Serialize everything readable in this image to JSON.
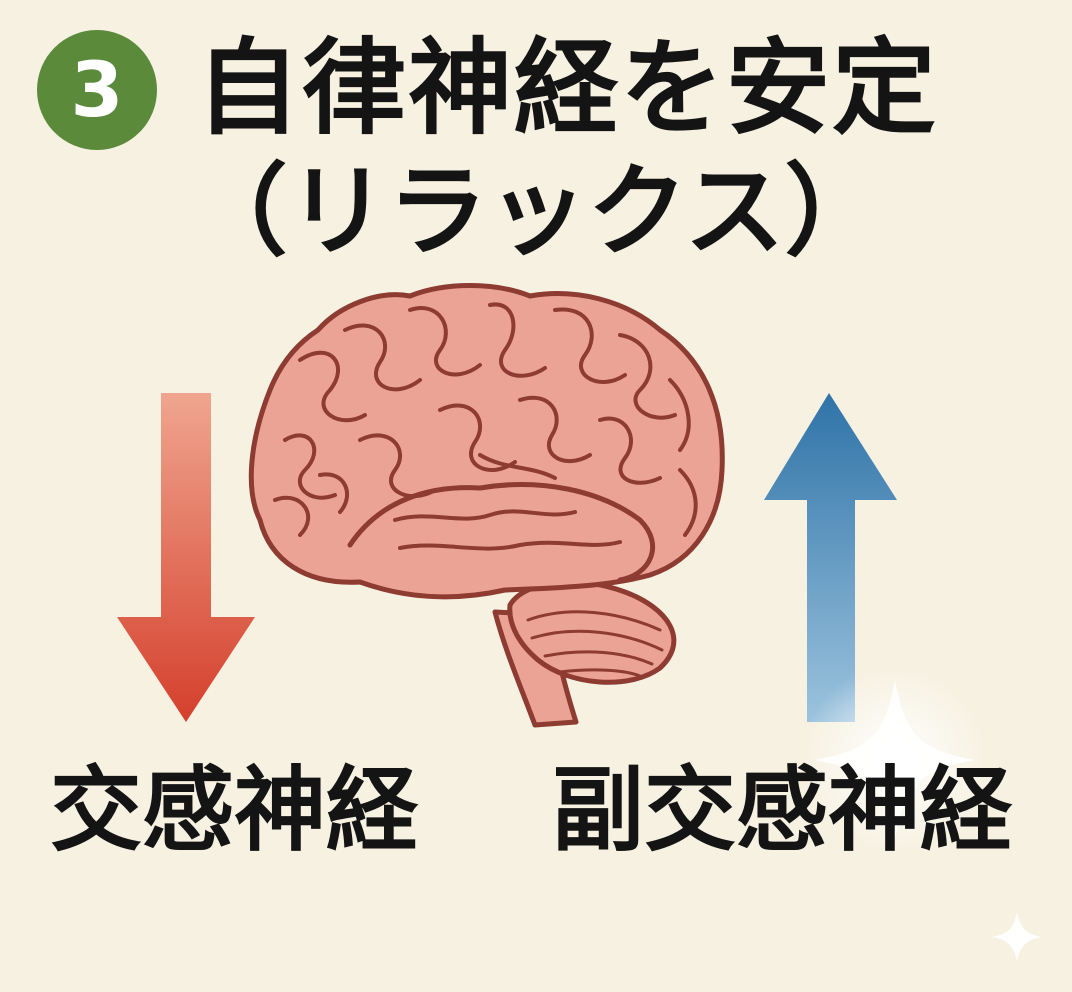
{
  "badge": {
    "number": "3"
  },
  "title": {
    "line1": "自律神経を安定",
    "line2": "（リラックス）"
  },
  "labels": {
    "sympathetic": "交感神経",
    "parasympathetic": "副交感神経"
  },
  "arrows": {
    "sympathetic": {
      "direction": "down",
      "color_top": "#f0a58f",
      "color_bottom": "#d4402c"
    },
    "parasympathetic": {
      "direction": "up",
      "color_top": "#2f73a8",
      "color_bottom": "#9cc3dd"
    }
  },
  "colors": {
    "badge": "#5a8a3a",
    "background": "#f6f1e1",
    "brain_fill": "#eba396",
    "brain_outline": "#8e3b32"
  },
  "icons": [
    "brain-illustration",
    "sparkle-icon"
  ]
}
